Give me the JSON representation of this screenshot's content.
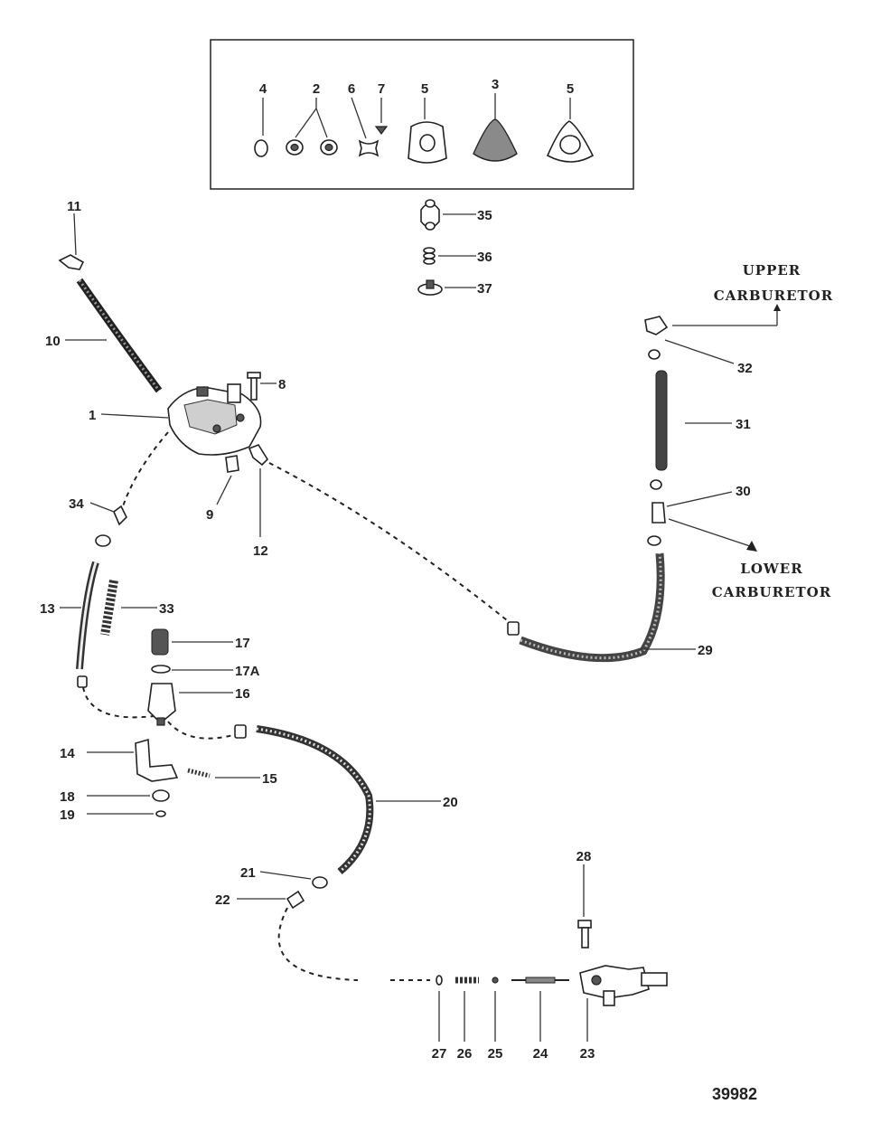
{
  "figure_number": "39982",
  "destinations": {
    "upper": [
      "UPPER",
      "CARBURETOR"
    ],
    "lower": [
      "LOWER",
      "CARBURETOR"
    ]
  },
  "kit_labels": {
    "l4": "4",
    "l2": "2",
    "l6": "6",
    "l7": "7",
    "l5a": "5",
    "l3": "3",
    "l5b": "5"
  },
  "labels": {
    "l1": "1",
    "l8": "8",
    "l9": "9",
    "l10": "10",
    "l11": "11",
    "l12": "12",
    "l13": "13",
    "l14": "14",
    "l15": "15",
    "l16": "16",
    "l17": "17",
    "l17a": "17A",
    "l18": "18",
    "l19": "19",
    "l20": "20",
    "l21": "21",
    "l22": "22",
    "l23": "23",
    "l24": "24",
    "l25": "25",
    "l26": "26",
    "l27": "27",
    "l28": "28",
    "l29": "29",
    "l30": "30",
    "l31": "31",
    "l32": "32",
    "l33": "33",
    "l34": "34",
    "l35": "35",
    "l36": "36",
    "l37": "37"
  }
}
